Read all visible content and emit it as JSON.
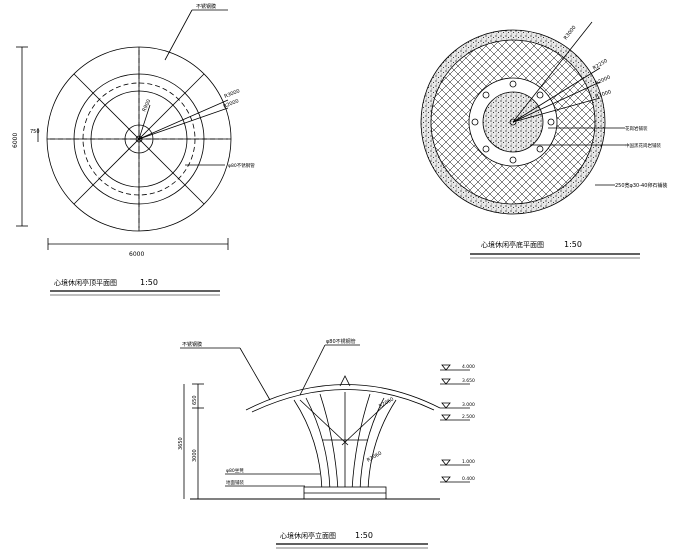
{
  "plan_top": {
    "title": "心境休闲亭顶平面图",
    "scale": "1:50",
    "dim_width": "6000",
    "dim_height": "6000",
    "dim_small": "750",
    "radius_labels": [
      "R3000",
      "R2000",
      "R900"
    ],
    "note_roof": "不锈钢膜",
    "note_pipe": "φ80不锈钢管"
  },
  "plan_base": {
    "title": "心境休闲亭底平面图",
    "scale": "1:50",
    "radius_labels": [
      "R3000",
      "R2250",
      "R2000",
      "R1000"
    ],
    "note_1": "花岗岩铺装",
    "note_2": "中国黑花岗岩铺装",
    "note_3": "250宽φ30-40卵石铺装"
  },
  "elevation": {
    "title": "心境休闲亭立面图",
    "scale": "1:50",
    "note_roof": "不锈钢膜",
    "note_pipe": "φ80不锈钢管",
    "note_bench": "φ80坐凳",
    "note_ground": "地面铺装",
    "dim_top": "650",
    "dim_mid": "3650",
    "dim_low": "3000",
    "pipe_label": "R2060",
    "leg_label": "R3060",
    "levels": [
      "4.000",
      "3.650",
      "3.000",
      "2.500",
      "1.000",
      "0.400"
    ]
  }
}
